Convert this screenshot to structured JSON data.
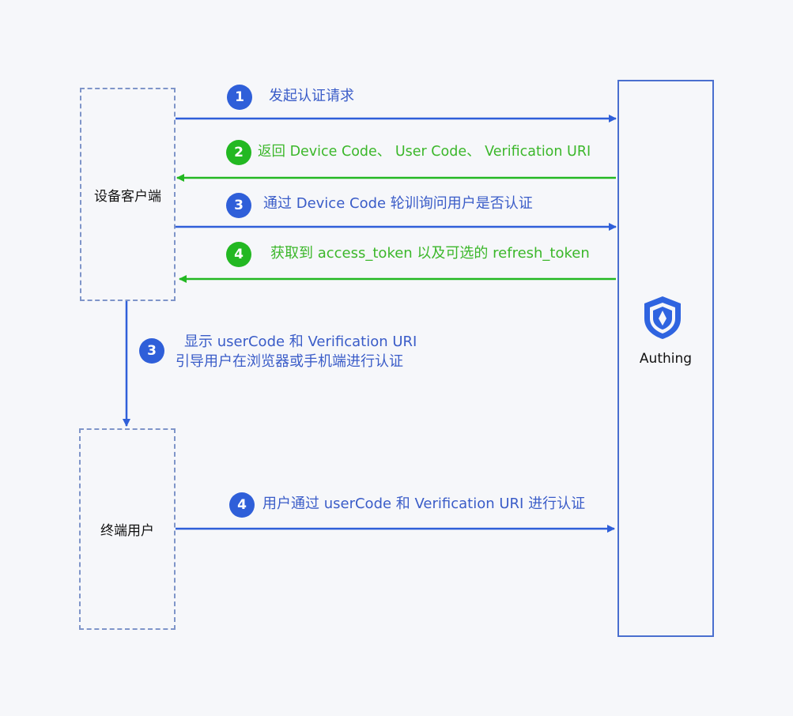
{
  "nodes": {
    "device_client": "设备客户端",
    "end_user": "终端用户",
    "authing": "Authing"
  },
  "steps": [
    {
      "number": "1",
      "text": "发起认证请求",
      "color": "blue"
    },
    {
      "number": "2",
      "text": "返回 Device Code、 User Code、 Verification URI",
      "color": "green"
    },
    {
      "number": "3",
      "text": "通过 Device Code 轮训询问用户是否认证",
      "color": "blue"
    },
    {
      "number": "4",
      "text": "获取到 access_token 以及可选的 refresh_token",
      "color": "green"
    },
    {
      "number": "3",
      "text_line1": "显示 userCode 和 Verification URI",
      "text_line2": "引导用户在浏览器或手机端进行认证",
      "color": "blue"
    },
    {
      "number": "4",
      "text": "用户通过 userCode 和 Verification URI 进行认证",
      "color": "blue"
    }
  ],
  "colors": {
    "blue": "#2f5fd9",
    "green": "#23b822",
    "dashed_border": "#7f95c9",
    "authing_border": "#4a6fcf"
  },
  "icons": {
    "authing_logo": "shield-icon"
  }
}
